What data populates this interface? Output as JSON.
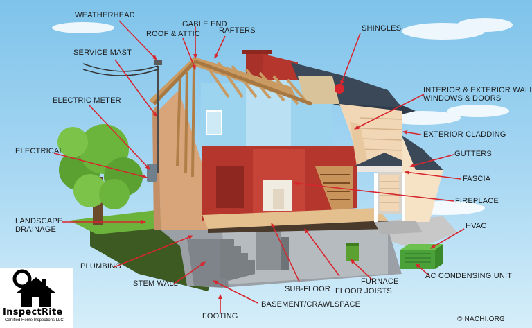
{
  "labels": {
    "weatherhead": "WEATHERHEAD",
    "gable_end": "GABLE END",
    "roof_attic": "ROOF & ATTIC",
    "rafters": "RAFTERS",
    "shingles": "SHINGLES",
    "service_mast": "SERVICE MAST",
    "electric_meter": "ELECTRIC METER",
    "interior_walls_1": "INTERIOR & EXTERIOR WALLS,",
    "interior_walls_2": "WINDOWS & DOORS",
    "exterior_cladding": "EXTERIOR CLADDING",
    "electrical": "ELECTRICAL",
    "gutters": "GUTTERS",
    "fascia": "FASCIA",
    "landscape_1": "LANDSCAPE",
    "landscape_2": "DRAINAGE",
    "fireplace": "FIREPLACE",
    "hvac": "HVAC",
    "plumbing": "PLUMBING",
    "stem_wall": "STEM WALL",
    "sub_floor": "SUB-FLOOR",
    "floor_joists": "FLOOR JOISTS",
    "furnace": "FURNACE",
    "ac_unit": "AC CONDENSING UNIT",
    "basement": "BASEMENT/CRAWLSPACE",
    "footing": "FOOTING",
    "credit": "© NACHI.ORG"
  },
  "logo": {
    "name": "InspectRite",
    "tagline": "Certified Home Inspections LLC"
  },
  "colors": {
    "arrow": "#d7262e",
    "brick": "#b5362c",
    "siding": "#f1d7b5",
    "roof": "#2f3b4a",
    "sky": "#8fcbed",
    "grass": "#6bb33b"
  }
}
